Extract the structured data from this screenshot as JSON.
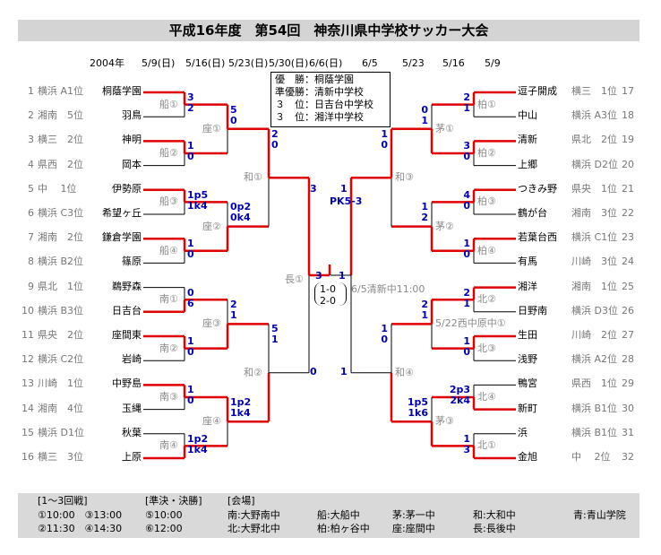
{
  "title": "平成16年度　第54回　神奈川県中学校サッカー大会",
  "dates": {
    "year": "2004年",
    "r1": "5/9(日)",
    "r2": "5/16(日)",
    "r3": "5/23(日)",
    "qf": "5/30(日)",
    "sf": "6/6(日)",
    "r_sf": "6/5",
    "r_qf": "5/23",
    "r_r2": "5/16",
    "r_r1": "5/9"
  },
  "champions": [
    {
      "label": "優　勝：",
      "value": "桐蔭学園"
    },
    {
      "label": "準優勝：",
      "value": "清新中学校"
    },
    {
      "label": "３　位：",
      "value": "日吉台中学校"
    },
    {
      "label": "３　位：",
      "value": "湘洋中学校"
    }
  ],
  "left_teams": [
    {
      "num": "1",
      "region": "横浜 A1位",
      "name": "桐蔭学園"
    },
    {
      "num": "2",
      "region": "湘南　5位",
      "name": "羽鳥"
    },
    {
      "num": "3",
      "region": "横三　2位",
      "name": "神明"
    },
    {
      "num": "4",
      "region": "県西　2位",
      "name": "岡本"
    },
    {
      "num": "5",
      "region": "中　 1位",
      "name": "伊勢原"
    },
    {
      "num": "6",
      "region": "横浜 C3位",
      "name": "希望ヶ丘"
    },
    {
      "num": "7",
      "region": "湘南　2位",
      "name": "鎌倉学園"
    },
    {
      "num": "8",
      "region": "横浜 B2位",
      "name": "篠原"
    },
    {
      "num": "9",
      "region": "県北　1位",
      "name": "鵜野森"
    },
    {
      "num": "10",
      "region": "横浜 B3位",
      "name": "日吉台"
    },
    {
      "num": "11",
      "region": "県央　2位",
      "name": "座間東"
    },
    {
      "num": "12",
      "region": "横浜 C2位",
      "name": "岩崎"
    },
    {
      "num": "13",
      "region": "川崎　1位",
      "name": "中野島"
    },
    {
      "num": "14",
      "region": "湘南　4位",
      "name": "玉縄"
    },
    {
      "num": "15",
      "region": "横浜 D1位",
      "name": "秋葉"
    },
    {
      "num": "16",
      "region": "横三　3位",
      "name": "上原"
    }
  ],
  "right_teams": [
    {
      "num": "17",
      "region": "横三　1位",
      "name": "逗子開成"
    },
    {
      "num": "18",
      "region": "横浜 A3位",
      "name": "中山"
    },
    {
      "num": "19",
      "region": "県北　2位",
      "name": "清新"
    },
    {
      "num": "20",
      "region": "横浜 D2位",
      "name": "上郷"
    },
    {
      "num": "21",
      "region": "県央　1位",
      "name": "つきみ野"
    },
    {
      "num": "22",
      "region": "湘南　3位",
      "name": "鶴が台"
    },
    {
      "num": "23",
      "region": "横浜 C1位",
      "name": "若葉台西"
    },
    {
      "num": "24",
      "region": "川崎　3位",
      "name": "有馬"
    },
    {
      "num": "25",
      "region": "湘南　1位",
      "name": "湘洋"
    },
    {
      "num": "26",
      "region": "横浜 D3位",
      "name": "日野南"
    },
    {
      "num": "27",
      "region": "川崎　2位",
      "name": "生田"
    },
    {
      "num": "28",
      "region": "横浜 A2位",
      "name": "浅野"
    },
    {
      "num": "29",
      "region": "県西　1位",
      "name": "鴨宮"
    },
    {
      "num": "30",
      "region": "横浜 B1位",
      "name": "新町"
    },
    {
      "num": "31",
      "region": "横浜 B1位",
      "name": "浜"
    },
    {
      "num": "32",
      "region": "中　 2位",
      "name": "金旭"
    }
  ],
  "left_r1": [
    {
      "venue": "船①",
      "top": "3",
      "bottom": "2"
    },
    {
      "venue": "船②",
      "top": "1",
      "bottom": "0"
    },
    {
      "venue": "船③",
      "top": "1p5",
      "bottom": "1k4"
    },
    {
      "venue": "船④",
      "top": "1",
      "bottom": "0"
    },
    {
      "venue": "南①",
      "top": "0",
      "bottom": "6"
    },
    {
      "venue": "南②",
      "top": "1",
      "bottom": "0"
    },
    {
      "venue": "南③",
      "top": "1",
      "bottom": "0"
    },
    {
      "venue": "南④",
      "top": "1p2",
      "bottom": "1k4"
    }
  ],
  "left_r2": [
    {
      "venue": "座①",
      "top": "5",
      "bottom": "0"
    },
    {
      "venue": "座②",
      "top": "0p2",
      "bottom": "0k4"
    },
    {
      "venue": "座③",
      "top": "2",
      "bottom": "1"
    },
    {
      "venue": "座④",
      "top": "1p2",
      "bottom": "1k4"
    }
  ],
  "left_r3": [
    {
      "venue": "和①",
      "top": "2",
      "bottom": "0"
    },
    {
      "venue": "和②",
      "top": "5",
      "bottom": "1"
    }
  ],
  "left_sf": {
    "venue": "長①",
    "top": "3",
    "bottom": "0"
  },
  "right_r1": [
    {
      "venue": "柏①",
      "top": "2",
      "bottom": "1"
    },
    {
      "venue": "柏②",
      "top": "3",
      "bottom": "0"
    },
    {
      "venue": "柏③",
      "top": "4",
      "bottom": "0"
    },
    {
      "venue": "柏④",
      "top": "1",
      "bottom": "0"
    },
    {
      "venue": "北②",
      "top": "2",
      "bottom": "1"
    },
    {
      "venue": "北③",
      "top": "1",
      "bottom": "0"
    },
    {
      "venue": "北④",
      "top": "2p3",
      "bottom": "2k4"
    },
    {
      "venue": "北①",
      "top": "1",
      "bottom": "3"
    }
  ],
  "right_r2": [
    {
      "venue": "茅①",
      "top": "0",
      "bottom": "1"
    },
    {
      "venue": "茅②",
      "top": "1",
      "bottom": "2"
    },
    {
      "venue": "5/22西中原中①",
      "top": "2",
      "bottom": "1"
    },
    {
      "venue": "茅③",
      "top": "1p5",
      "bottom": "1k6"
    }
  ],
  "right_r3": [
    {
      "venue": "和③",
      "top": "1",
      "bottom": "0"
    },
    {
      "venue": "和④",
      "top": "1",
      "bottom": "0"
    }
  ],
  "right_sf": {
    "venue": "PK5-3",
    "top": "1",
    "bottom": "1"
  },
  "final": {
    "left": "3",
    "right": "1",
    "detail1": "1-0",
    "detail2": "2-0",
    "venue": "6/5清新中11:00"
  },
  "legend": {
    "col1_head": "[1～3回戦]",
    "col1_a": "①10:00　③13:00",
    "col1_b": "②11:30　④14:30",
    "col2_head": "[準決・決勝]",
    "col2_a": "⑤10:00",
    "col2_b": "⑥12:00",
    "col3_head": "[会場]",
    "col3_a": "南:大野南中",
    "col3_b": "北:大野北中",
    "col4_a": "船:大船中",
    "col4_b": "柏:柏ヶ谷中",
    "col5_a": "茅:茅一中",
    "col5_b": "座:座間中",
    "col6_a": "和:大和中",
    "col6_b": "長:長後中",
    "col7_a": "青:青山学院"
  }
}
